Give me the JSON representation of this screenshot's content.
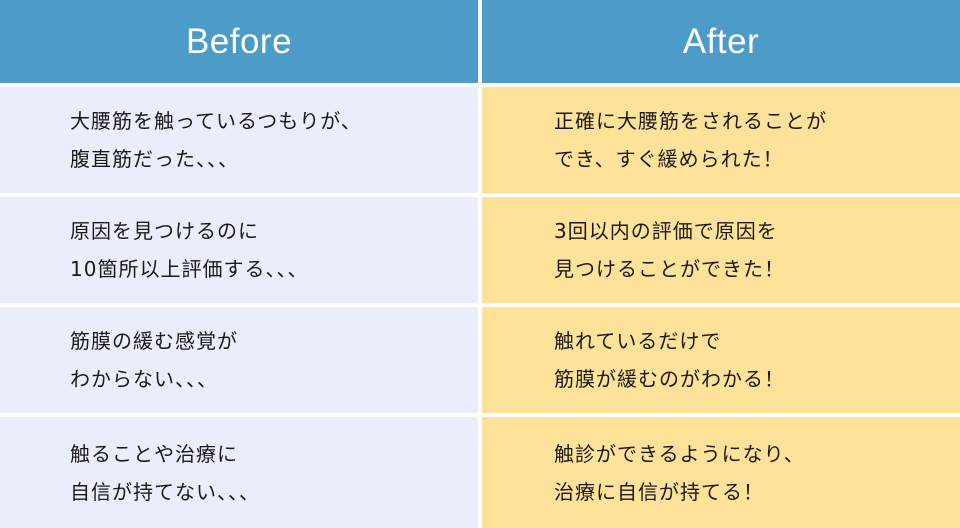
{
  "header": {
    "before_label": "Before",
    "after_label": "After"
  },
  "colors": {
    "header_bg": "#4d9bc7",
    "before_bg": "#eaeefc",
    "after_bg": "#ffe29a",
    "text": "#1a1a1a"
  },
  "rows": [
    {
      "before": [
        "大腰筋を触っているつもりが、",
        "腹直筋だった、、、"
      ],
      "after": [
        "正確に大腰筋をされることが",
        "でき、すぐ緩められた！"
      ]
    },
    {
      "before": [
        "原因を見つけるのに",
        "10箇所以上評価する、、、"
      ],
      "after": [
        "3回以内の評価で原因を",
        "見つけることができた！"
      ]
    },
    {
      "before": [
        "筋膜の緩む感覚が",
        "わからない、、、"
      ],
      "after": [
        "触れているだけで",
        "筋膜が緩むのがわかる！"
      ]
    },
    {
      "before": [
        "触ることや治療に",
        "自信が持てない、、、"
      ],
      "after": [
        "触診ができるようになり、",
        "治療に自信が持てる！"
      ]
    }
  ]
}
